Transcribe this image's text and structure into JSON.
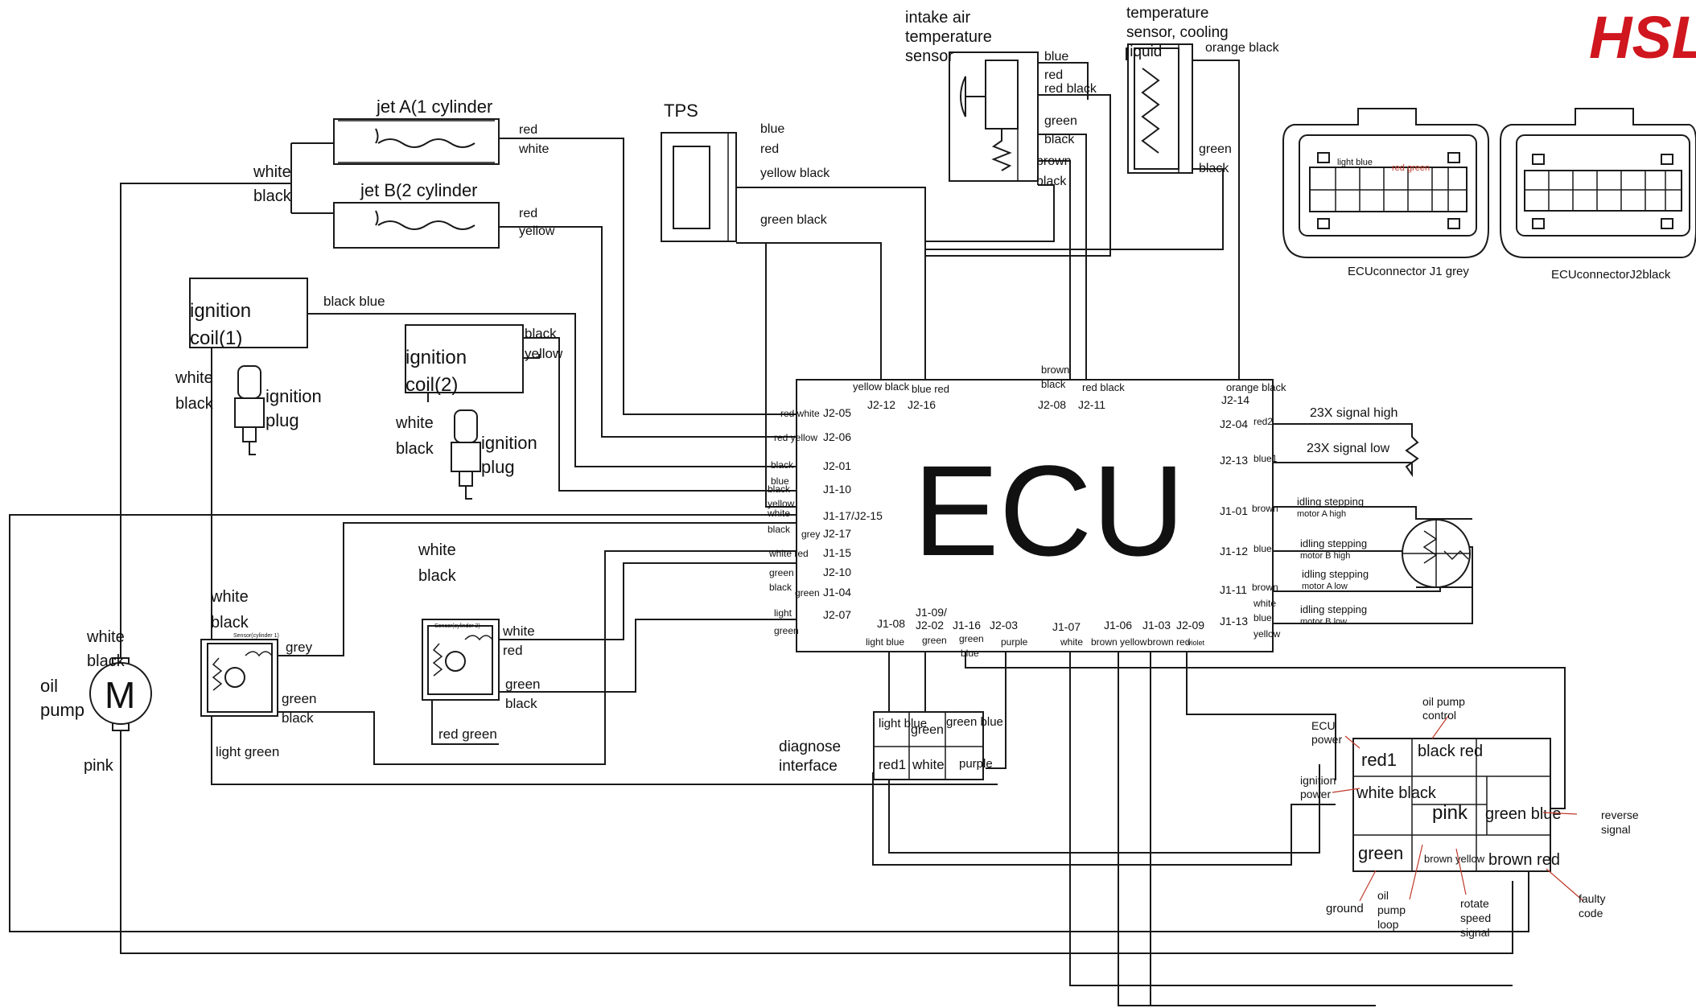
{
  "brand": {
    "logo_text": "HSL",
    "logo_color": "#d0161e"
  },
  "ecu": {
    "label": "ECU",
    "left_pins": [
      "J2-05",
      "J2-06",
      "J2-01",
      "J1-10",
      "J1-17/J2-15",
      "J2-17",
      "J1-15",
      "J2-10",
      "J1-04",
      "J2-07"
    ],
    "left_wires": [
      "red white",
      "red yellow",
      "black",
      "blue",
      "black",
      "yellow",
      "white",
      "black",
      "grey",
      "white red",
      "green",
      "black",
      "green",
      "light",
      "green"
    ],
    "top_pins": [
      "J2-12",
      "J2-16",
      "J2-08",
      "J2-11",
      "J2-14"
    ],
    "top_wires": [
      "yellow black",
      "blue red",
      "brown",
      "black",
      "red black",
      "orange black"
    ],
    "right_pins": [
      "J2-04",
      "J2-13",
      "J1-01",
      "J1-12",
      "J1-11",
      "J1-13"
    ],
    "right_wires": [
      "red2",
      "blue1",
      "brown",
      "blue",
      "brown",
      "white",
      "blue",
      "yellow"
    ],
    "bottom_pins": [
      "J1-08",
      "J1-09/",
      "J2-02",
      "J1-16",
      "J2-03",
      "J1-07",
      "J1-06",
      "J1-03",
      "J2-09"
    ],
    "bottom_wires": [
      "light blue",
      "green",
      "green",
      "blue",
      "purple",
      "white",
      "brown yellow",
      "brown red",
      "violet"
    ]
  },
  "jets": {
    "a_label": "jet A(1 cylinder",
    "b_label": "jet B(2 cylinder",
    "a_wires": [
      "red",
      "white"
    ],
    "b_wires": [
      "red",
      "yellow"
    ],
    "common_wires": [
      "white",
      "black"
    ]
  },
  "tps": {
    "label": "TPS",
    "wires": [
      "blue",
      "red",
      "yellow black",
      "green black"
    ]
  },
  "intake_sensor": {
    "label_lines": [
      "intake air",
      "temperature",
      "sensor"
    ],
    "wires": [
      "blue",
      "red",
      "red black",
      "green",
      "black",
      "brown",
      "black"
    ]
  },
  "coolant_sensor": {
    "label_lines": [
      "temperature",
      "sensor, cooling",
      "liquid"
    ],
    "wires": [
      "orange black",
      "green",
      "black"
    ]
  },
  "coil1": {
    "label_lines": [
      "ignition",
      "coil(1)"
    ],
    "wires": [
      "black blue"
    ],
    "plug_wires": [
      "white",
      "black"
    ],
    "plug_label_lines": [
      "ignition",
      "plug"
    ]
  },
  "coil2": {
    "label_lines": [
      "ignition",
      "coil(2)"
    ],
    "wires": [
      "black",
      "yellow"
    ],
    "plug_wires": [
      "white",
      "black"
    ],
    "plug_label_lines": [
      "ignition",
      "plug"
    ]
  },
  "sensor1": {
    "top_wires": [
      "white",
      "black"
    ],
    "right_wires": [
      "grey",
      "green",
      "black"
    ],
    "bottom_wire": "light green",
    "tiny_label": "Sensor(cylinder 1)"
  },
  "sensor2": {
    "top_wires": [
      "white",
      "black"
    ],
    "right_wires": [
      "white",
      "red",
      "green",
      "black"
    ],
    "bottom_wire": "red green",
    "tiny_label": "Sensor(cylinder 2)"
  },
  "oil_pump": {
    "letter": "M",
    "label_lines": [
      "oil",
      "pump"
    ],
    "wires": [
      "white",
      "black"
    ],
    "bottom_wire": "pink"
  },
  "signals": {
    "high": "23X signal high",
    "low": "23X signal low"
  },
  "stepper": {
    "labels": [
      [
        "idling stepping",
        "motor A high"
      ],
      [
        "idling stepping",
        "motor B high"
      ],
      [
        "idling stepping",
        "motor A low"
      ],
      [
        "idling stepping",
        "motor B low"
      ]
    ]
  },
  "connectors": {
    "j1_caption": "ECUconnector J1 grey",
    "j2_caption": "ECUconnectorJ2black",
    "j1_colors": [
      "light blue",
      "red green"
    ]
  },
  "diagnose": {
    "label_lines": [
      "diagnose",
      "interface"
    ],
    "cells": [
      "light blue",
      "green",
      "green blue",
      "red1",
      "white",
      "purple"
    ]
  },
  "harness": {
    "cells": [
      "red1",
      "black red",
      "white black",
      "pink",
      "green blue",
      "green",
      "brown yellow",
      "brown red"
    ],
    "labels": {
      "ecu_power": [
        "ECU",
        "power"
      ],
      "oil_pump_control": [
        "oil pump",
        "control"
      ],
      "ignition_power": [
        "ignition",
        "power"
      ],
      "reverse_signal": [
        "reverse",
        "signal"
      ],
      "ground": "ground",
      "oil_pump_loop": [
        "oil",
        "pump",
        "loop"
      ],
      "rotate_speed_signal": [
        "rotate",
        "speed",
        "signal"
      ],
      "faulty_code": [
        "faulty",
        "code"
      ]
    }
  }
}
